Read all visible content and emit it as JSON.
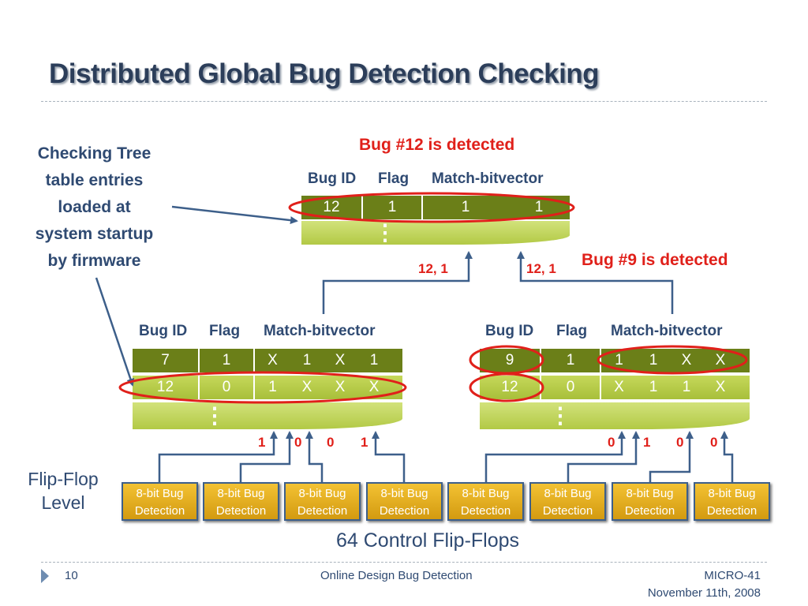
{
  "title": "Distributed Global Bug Detection Checking",
  "annotation": {
    "lines": [
      "Checking Tree",
      "table entries",
      "loaded at",
      "system startup",
      "by firmware"
    ]
  },
  "bug12_detected": "Bug #12 is detected",
  "bug9_detected": "Bug #9 is detected",
  "headers": {
    "bug_id": "Bug ID",
    "flag": "Flag",
    "match": "Match-bitvector"
  },
  "top_table": {
    "row1": [
      "12",
      "1",
      "1",
      "1"
    ]
  },
  "left_table": {
    "row1": [
      "7",
      "1",
      "X",
      "1",
      "X",
      "1"
    ],
    "row2": [
      "12",
      "0",
      "1",
      "X",
      "X",
      "X"
    ]
  },
  "right_table": {
    "row1": [
      "9",
      "1",
      "1",
      "1",
      "X",
      "X"
    ],
    "row2": [
      "12",
      "0",
      "X",
      "1",
      "1",
      "X"
    ]
  },
  "link_left": "12, 1",
  "link_right": "12, 1",
  "left_bits": [
    "1",
    "0",
    "0",
    "1"
  ],
  "right_bits": [
    "0",
    "1",
    "0",
    "0"
  ],
  "boxes": [
    [
      "8-bit Bug",
      "Detection"
    ],
    [
      "8-bit Bug",
      "Detection"
    ],
    [
      "8-bit Bug",
      "Detection"
    ],
    [
      "8-bit Bug",
      "Detection"
    ],
    [
      "8-bit Bug",
      "Detection"
    ],
    [
      "8-bit Bug",
      "Detection"
    ],
    [
      "8-bit Bug",
      "Detection"
    ],
    [
      "8-bit Bug",
      "Detection"
    ]
  ],
  "ff_level": [
    "Flip-Flop",
    "Level"
  ],
  "ff_count": "64 Control Flip-Flops",
  "footer": {
    "page": "10",
    "center": "Online Design Bug Detection",
    "conf": "MICRO-41",
    "date": "November 11th, 2008"
  }
}
